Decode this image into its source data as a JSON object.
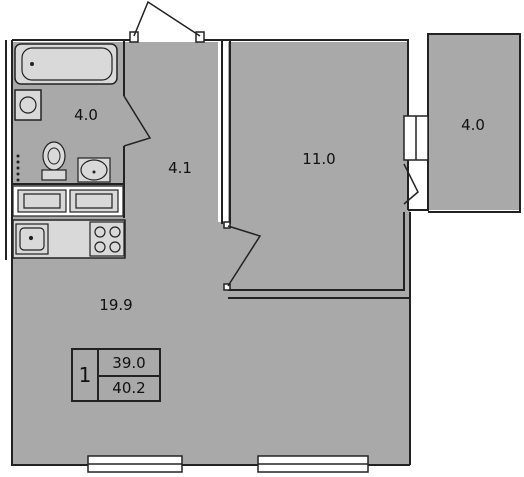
{
  "rooms": [
    {
      "id": "bathroom",
      "area": "4.0"
    },
    {
      "id": "hallway",
      "area": "4.1"
    },
    {
      "id": "bedroom",
      "area": "11.0"
    },
    {
      "id": "balcony",
      "area": "4.0"
    },
    {
      "id": "living-kitchen",
      "area": "19.9"
    }
  ],
  "summary": {
    "room_count": "1",
    "living_area": "39.0",
    "total_area": "40.2"
  },
  "colors": {
    "room_fill": "#a9a9a9",
    "wall": "#222222",
    "fixture_fill": "#d9d9d9"
  }
}
